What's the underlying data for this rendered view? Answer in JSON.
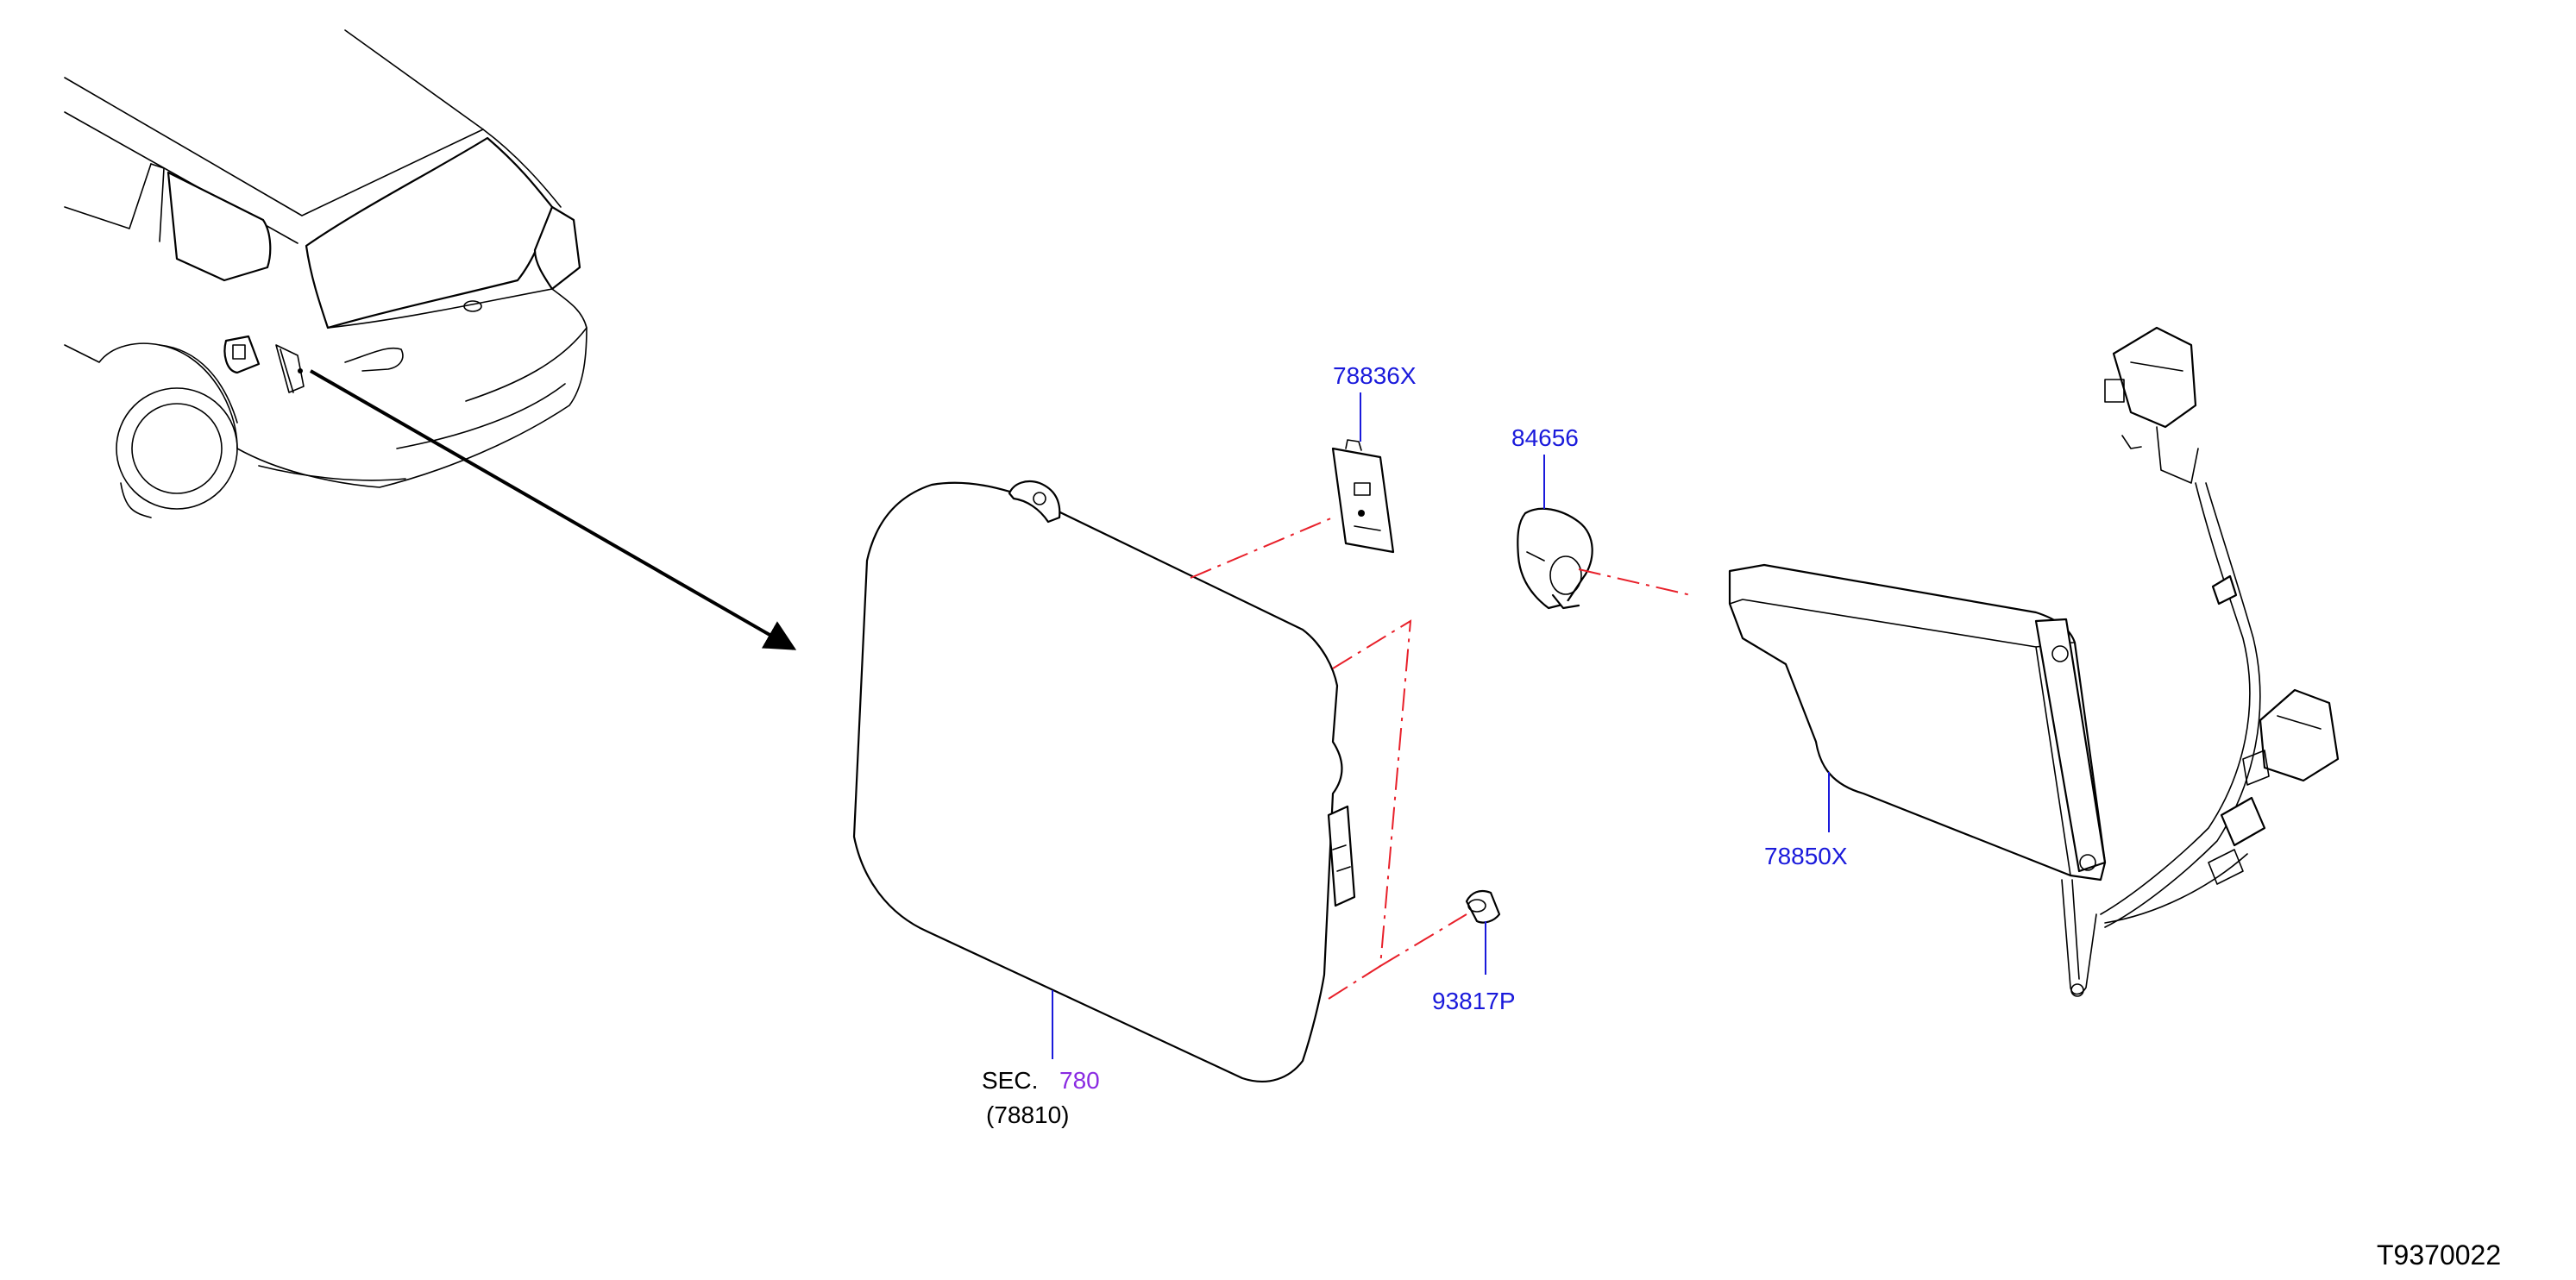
{
  "colors": {
    "part_number": "#1a1adb",
    "section_ref": "#8a2be2",
    "assembly_line": "#e8202a",
    "outline": "#000000"
  },
  "callouts": {
    "bracket": "78836X",
    "lock_actuator": "84656",
    "clip": "93817P",
    "housing": "78850X",
    "lid_sec_prefix": "SEC.",
    "lid_sec_number": "780",
    "lid_part": "(78810)"
  },
  "diagram_id": "T9370022"
}
